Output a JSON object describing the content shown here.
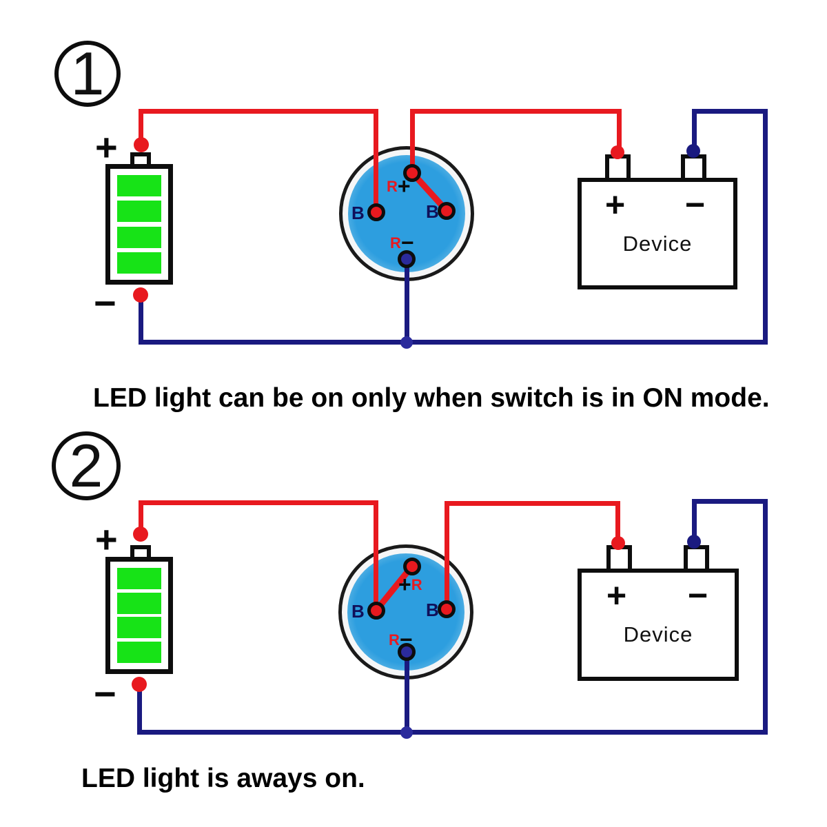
{
  "colors": {
    "wire_positive": "#e8191f",
    "wire_negative": "#1a1a80",
    "terminal_negative": "#2b2b9c",
    "battery_cell": "#17e317",
    "switch_face": "#2d9edf",
    "label_b": "#10105a",
    "label_r": "#e8191f",
    "outline": "#0d0d0d"
  },
  "diagram1": {
    "badge": "1",
    "caption": "LED light can be on only when switch is in ON mode.",
    "battery": {
      "positive_sign": "+",
      "negative_sign": "−"
    },
    "switch": {
      "left_terminal_label": "B",
      "right_terminal_label": "B",
      "led_positive_r": "R",
      "led_positive_sign": "+",
      "led_negative_r": "R",
      "led_negative_sign": "−"
    },
    "device": {
      "positive_sign": "+",
      "negative_sign": "−",
      "label": "Device"
    }
  },
  "diagram2": {
    "badge": "2",
    "caption": "LED light is aways on.",
    "battery": {
      "positive_sign": "+",
      "negative_sign": "−"
    },
    "switch": {
      "left_terminal_label": "B",
      "right_terminal_label": "B",
      "led_positive_r": "R",
      "led_positive_sign": "+",
      "led_negative_r": "R",
      "led_negative_sign": "−"
    },
    "device": {
      "positive_sign": "+",
      "negative_sign": "−",
      "label": "Device"
    }
  }
}
